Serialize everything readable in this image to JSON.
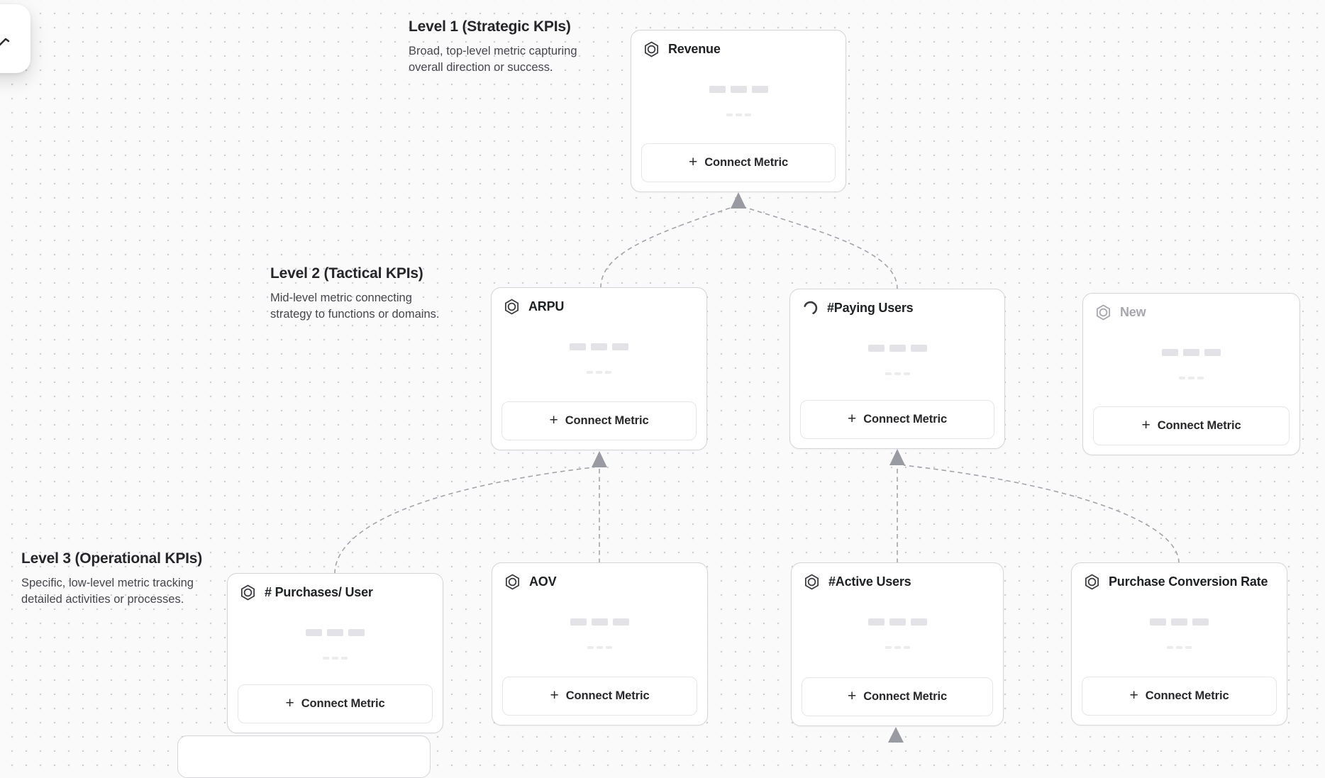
{
  "app": {
    "view": "KPI tree canvas",
    "toolbar_icon": "cursor-icon"
  },
  "sections": {
    "level1": {
      "title": "Level 1 (Strategic KPIs)",
      "description": "Broad, top-level metric capturing overall direction or success."
    },
    "level2": {
      "title": "Level 2 (Tactical KPIs)",
      "description": "Mid-level metric connecting strategy to functions or domains."
    },
    "level3": {
      "title": "Level 3 (Operational KPIs)",
      "description": "Specific, low-level metric tracking detailed activities or processes."
    }
  },
  "cards": {
    "revenue": {
      "title": "Revenue",
      "icon": "hexagon-metric-icon",
      "button": "Connect Metric",
      "level": 1
    },
    "arpu": {
      "title": "ARPU",
      "icon": "hexagon-metric-icon",
      "button": "Connect Metric",
      "level": 2
    },
    "paying": {
      "title": "#Paying Users",
      "icon": "spinner-icon",
      "button": "Connect Metric",
      "level": 2
    },
    "new_card": {
      "title": "New",
      "icon": "hexagon-metric-icon",
      "button": "Connect Metric",
      "level": 2,
      "state": "placeholder"
    },
    "purchases": {
      "title": "# Purchases/ User",
      "icon": "hexagon-metric-icon",
      "button": "Connect Metric",
      "level": 3
    },
    "aov": {
      "title": "AOV",
      "icon": "hexagon-metric-icon",
      "button": "Connect Metric",
      "level": 3
    },
    "active": {
      "title": "#Active Users",
      "icon": "hexagon-metric-icon",
      "button": "Connect Metric",
      "level": 3
    },
    "pcr": {
      "title": "Purchase Conversion Rate",
      "icon": "hexagon-metric-icon",
      "button": "Connect Metric",
      "level": 3
    }
  },
  "connections": [
    {
      "from": "ARPU",
      "to": "Revenue"
    },
    {
      "from": "#Paying Users",
      "to": "Revenue"
    },
    {
      "from": "# Purchases/ User",
      "to": "ARPU"
    },
    {
      "from": "AOV",
      "to": "ARPU"
    },
    {
      "from": "#Active Users",
      "to": "#Paying Users"
    },
    {
      "from": "Purchase Conversion Rate",
      "to": "#Paying Users"
    },
    {
      "from": "(off-screen)",
      "to": "#Active Users"
    }
  ],
  "ui": {
    "plus": "+"
  },
  "colors": {
    "canvas_bg": "#fafafa",
    "grid_dot": "#cdcdd2",
    "card_border": "#d4d4da",
    "card_bg": "#ffffff",
    "card_title": "#1f2024",
    "muted_title": "#a6a6ad",
    "button_border": "#e6e6ea",
    "button_text": "#28282c",
    "connector": "#a4a4ab",
    "arrowhead": "#9a9aa2",
    "heading": "#26262a",
    "description": "#46464c",
    "skeleton": "#e3e3e7",
    "skeleton_light": "#ececef"
  }
}
